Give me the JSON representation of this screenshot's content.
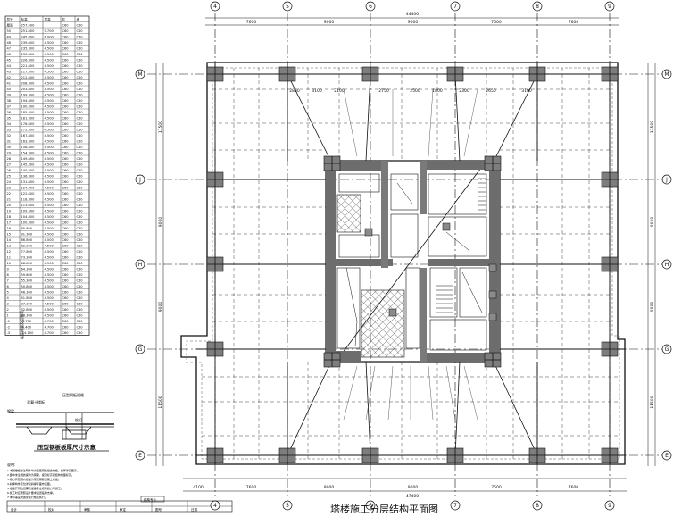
{
  "drawing": {
    "title_bottom": "塔楼施工分层结构平面图",
    "section_title": "压型钢板板厚尺寸示意",
    "table_side_label": "楼层标高及层高表",
    "grid_top": [
      "4",
      "5",
      "6",
      "7",
      "8",
      "9"
    ],
    "grid_bottom": [
      "4",
      "5",
      "6",
      "7",
      "8",
      "9"
    ],
    "grid_left": [
      "M",
      "J",
      "H",
      "G",
      "E"
    ],
    "grid_right": [
      "M",
      "J",
      "H",
      "G",
      "E"
    ],
    "top_total_dim": "44400",
    "bottom_total_dim": "47400",
    "top_dims": [
      "7600",
      "9000",
      "9000",
      "7600",
      "7600"
    ],
    "bottom_dims": [
      "4100",
      "7600",
      "9000",
      "9000",
      "7600",
      "7600"
    ],
    "left_dims": [
      "11500",
      "9000",
      "9000",
      "11500"
    ],
    "right_dims": [
      "11500",
      "9000",
      "9000",
      "11500"
    ],
    "inner_dims_row": [
      "2850",
      "3100",
      "2100",
      "2750",
      "2500",
      "1800",
      "2300",
      "2650",
      "3100"
    ],
    "section_labels": [
      "压型钢板规格",
      "混凝土楼板",
      "钢梁",
      "栓钉"
    ],
    "floor_table": {
      "header": [
        "层号",
        "标高",
        "层高",
        "柱",
        "墙"
      ],
      "rows": [
        [
          "屋面",
          "257.500",
          "",
          "C60",
          "C60"
        ],
        [
          "50",
          "251.800",
          "5.700",
          "C60",
          "C60"
        ],
        [
          "49",
          "245.800",
          "6.000",
          "C60",
          "C60"
        ],
        [
          "48",
          "239.800",
          "4.500",
          "C60",
          "C60"
        ],
        [
          "47",
          "235.300",
          "4.500",
          "C60",
          "C60"
        ],
        [
          "46",
          "230.800",
          "4.500",
          "C60",
          "C60"
        ],
        [
          "45",
          "226.300",
          "4.500",
          "C60",
          "C60"
        ],
        [
          "44",
          "221.800",
          "4.500",
          "C60",
          "C60"
        ],
        [
          "43",
          "217.300",
          "4.500",
          "C60",
          "C60"
        ],
        [
          "42",
          "212.800",
          "4.500",
          "C60",
          "C60"
        ],
        [
          "41",
          "208.300",
          "4.500",
          "C60",
          "C60"
        ],
        [
          "40",
          "203.800",
          "4.500",
          "C60",
          "C60"
        ],
        [
          "39",
          "199.300",
          "4.500",
          "C60",
          "C60"
        ],
        [
          "38",
          "194.800",
          "4.500",
          "C60",
          "C60"
        ],
        [
          "37",
          "190.300",
          "4.500",
          "C60",
          "C60"
        ],
        [
          "36",
          "185.800",
          "4.500",
          "C60",
          "C60"
        ],
        [
          "35",
          "181.300",
          "4.500",
          "C60",
          "C60"
        ],
        [
          "34",
          "176.800",
          "4.500",
          "C60",
          "C60"
        ],
        [
          "33",
          "172.300",
          "4.500",
          "C60",
          "C60"
        ],
        [
          "32",
          "167.800",
          "4.500",
          "C60",
          "C60"
        ],
        [
          "31",
          "163.300",
          "4.500",
          "C60",
          "C60"
        ],
        [
          "30",
          "158.800",
          "4.500",
          "C60",
          "C60"
        ],
        [
          "29",
          "154.300",
          "4.500",
          "C60",
          "C60"
        ],
        [
          "28",
          "149.800",
          "4.500",
          "C60",
          "C60"
        ],
        [
          "27",
          "145.300",
          "4.500",
          "C60",
          "C60"
        ],
        [
          "26",
          "140.800",
          "4.500",
          "C60",
          "C60"
        ],
        [
          "25",
          "136.300",
          "4.500",
          "C60",
          "C60"
        ],
        [
          "24",
          "131.800",
          "4.500",
          "C60",
          "C60"
        ],
        [
          "23",
          "127.300",
          "4.500",
          "C60",
          "C60"
        ],
        [
          "22",
          "122.800",
          "4.500",
          "C60",
          "C60"
        ],
        [
          "21",
          "118.300",
          "4.500",
          "C60",
          "C60"
        ],
        [
          "20",
          "113.800",
          "4.500",
          "C60",
          "C60"
        ],
        [
          "19",
          "109.300",
          "4.500",
          "C60",
          "C60"
        ],
        [
          "18",
          "104.800",
          "4.500",
          "C60",
          "C60"
        ],
        [
          "17",
          "100.300",
          "4.500",
          "C60",
          "C60"
        ],
        [
          "16",
          "95.800",
          "4.500",
          "C60",
          "C60"
        ],
        [
          "15",
          "91.300",
          "4.500",
          "C60",
          "C60"
        ],
        [
          "14",
          "86.800",
          "4.500",
          "C60",
          "C60"
        ],
        [
          "13",
          "82.300",
          "4.500",
          "C60",
          "C60"
        ],
        [
          "12",
          "77.800",
          "4.500",
          "C60",
          "C60"
        ],
        [
          "11",
          "73.300",
          "4.500",
          "C60",
          "C60"
        ],
        [
          "10",
          "68.800",
          "4.500",
          "C60",
          "C60"
        ],
        [
          "9",
          "64.300",
          "4.500",
          "C60",
          "C60"
        ],
        [
          "8",
          "59.800",
          "4.500",
          "C60",
          "C60"
        ],
        [
          "7",
          "55.300",
          "4.500",
          "C60",
          "C60"
        ],
        [
          "6",
          "50.800",
          "4.500",
          "C60",
          "C60"
        ],
        [
          "5",
          "46.300",
          "4.500",
          "C60",
          "C60"
        ],
        [
          "4",
          "41.800",
          "4.500",
          "C60",
          "C60"
        ],
        [
          "3",
          "37.300",
          "4.500",
          "C60",
          "C60"
        ],
        [
          "2",
          "32.800",
          "4.500",
          "C60",
          "C60"
        ],
        [
          "1",
          "28.300",
          "4.500",
          "C60",
          "C60"
        ],
        [
          "-1",
          "-4.700",
          "4.700",
          "C60",
          "C60"
        ],
        [
          "-2",
          "-9.400",
          "4.700",
          "C60",
          "C60"
        ],
        [
          "-3",
          "-14.100",
          "4.700",
          "C60",
          "C60"
        ]
      ]
    },
    "notes_heading": "说明:",
    "notes": [
      "1.本层楼板除注明外均为压型钢板组合楼板，板厚详见图示。",
      "2.图中未注明的梁均为钢梁，梁顶标高同结构楼面标高。",
      "3.核心筒范围内楼板为现浇钢筋混凝土楼板。",
      "4.斜撑构件定位详见斜撑平面布置图。",
      "5.楼板开洞位置需与设备专业核对后方可施工。",
      "6.施工时应按照设计要求设置临时支撑。",
      "7.未尽事宜按国家现行规范执行。"
    ],
    "title_block": [
      "设计",
      "校对",
      "审核",
      "审定",
      "图号",
      "日期"
    ],
    "stamp": "结构专业"
  }
}
